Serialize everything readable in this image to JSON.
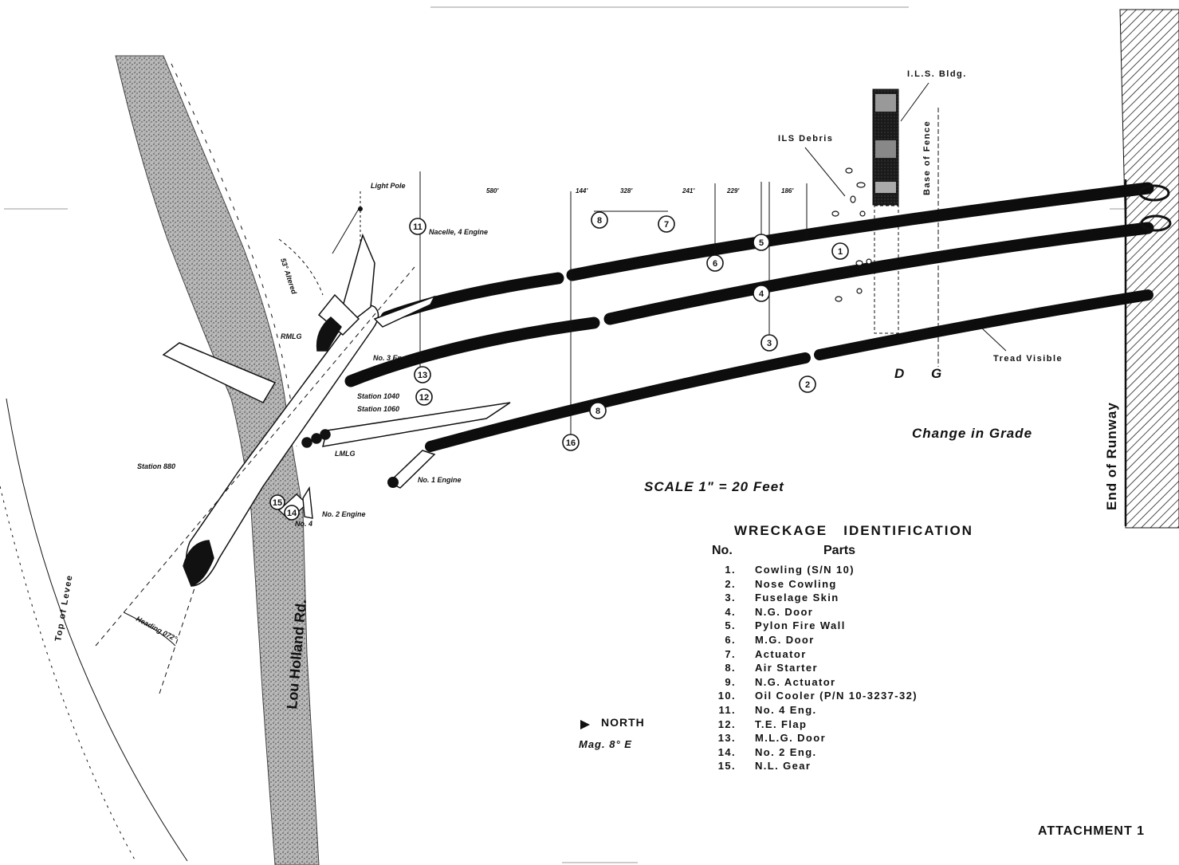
{
  "labels": {
    "ils_bldg": "I.L.S. Bldg.",
    "ils_debris": "ILS Debris",
    "base_of_fence": "Base of Fence",
    "light_pole": "Light Pole",
    "no4_engine_note": "Nacelle, 4 Engine",
    "no3_engine": "No. 3 Engine",
    "station_1040": "Station 1040",
    "station_1060": "Station 1060",
    "station_880": "Station 880",
    "rmlg": "RMLG",
    "lmlg": "LMLG",
    "no1_engine": "No. 1 Engine",
    "no2_engine": "No. 2 Engine",
    "nl_gear": "No. 4",
    "heading": "Heading 072°",
    "arc_label": "53° Altered",
    "tread_visible": "Tread Visible",
    "change_in_grade": "Change in Grade",
    "end_of_runway": "End of Runway",
    "top_of_levee": "Top of Levee",
    "road": "Lou Holland Rd.",
    "scale": "SCALE 1\" = 20 Feet",
    "letter_d": "D",
    "letter_g": "G"
  },
  "dimensions": [
    "580'",
    "144'",
    "328'",
    "241'",
    "229'",
    "186'"
  ],
  "markers": [
    "1",
    "2",
    "3",
    "4",
    "5",
    "6",
    "7",
    "8",
    "8",
    "11",
    "12",
    "13",
    "14",
    "15",
    "16"
  ],
  "legend": {
    "title": "WRECKAGE   IDENTIFICATION",
    "col_no": "No.",
    "col_parts": "Parts",
    "items": [
      {
        "no": "1.",
        "part": "Cowling (S/N 10)"
      },
      {
        "no": "2.",
        "part": "Nose Cowling"
      },
      {
        "no": "3.",
        "part": "Fuselage Skin"
      },
      {
        "no": "4.",
        "part": "N.G. Door"
      },
      {
        "no": "5.",
        "part": "Pylon Fire Wall"
      },
      {
        "no": "6.",
        "part": "M.G. Door"
      },
      {
        "no": "7.",
        "part": "Actuator"
      },
      {
        "no": "8.",
        "part": "Air Starter"
      },
      {
        "no": "9.",
        "part": "N.G. Actuator"
      },
      {
        "no": "10.",
        "part": "Oil Cooler (P/N 10-3237-32)"
      },
      {
        "no": "11.",
        "part": "No. 4 Eng."
      },
      {
        "no": "12.",
        "part": "T.E. Flap"
      },
      {
        "no": "13.",
        "part": "M.L.G. Door"
      },
      {
        "no": "14.",
        "part": "No. 2 Eng."
      },
      {
        "no": "15.",
        "part": "N.L. Gear"
      }
    ]
  },
  "north": {
    "label": "NORTH",
    "mag": "Mag. 8° E"
  },
  "attachment": "ATTACHMENT 1"
}
